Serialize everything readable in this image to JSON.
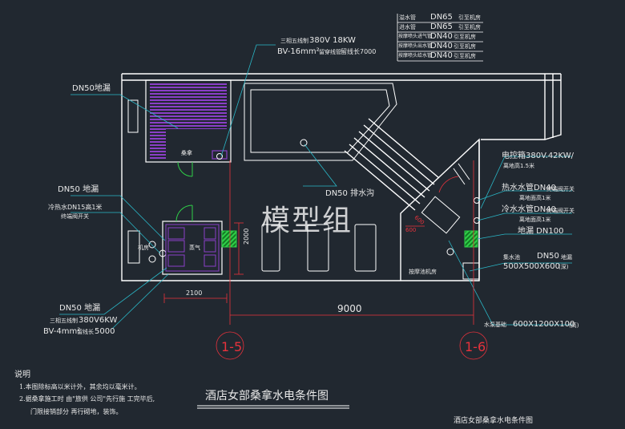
{
  "pipe_legend": [
    {
      "label": "溢水管",
      "spec": "DN65",
      "note": "引至机房"
    },
    {
      "label": "进水管",
      "spec": "DN65",
      "note": "引至机房"
    },
    {
      "label": "按摩喷头进气管",
      "spec": "DN40",
      "note": "引至机房"
    },
    {
      "label": "按摩喷头出水管",
      "spec": "DN40",
      "note": "引至机房"
    },
    {
      "label": "按摩喷头给水管",
      "spec": "DN40",
      "note": "引至机房"
    }
  ],
  "top_power": {
    "line1_label": "三相五线制",
    "line1_value": "380V 18KW",
    "line2_value": "BV-16mm²",
    "line2_note": "留穿线管",
    "line2_end": "留线长7000"
  },
  "labels": {
    "dn50_drain_top": "DN50地漏",
    "sauna_room": "桑拿",
    "dn50_floor_drain_left": "DN50 地漏",
    "cold_water_label": "冷热水DN15高1米",
    "cold_water_note": "终端阀开关",
    "steam_room": "蒸气",
    "machine_room": "机房",
    "dn50_drain_bottom": "DN50 地漏",
    "steam_power_label": "三相五线制",
    "steam_power_value": "380V6KW",
    "steam_power_line2": "BV-4mm²",
    "steam_power_note": "留线长",
    "steam_power_end": "5000",
    "pool_drain": "DN50 排水沟",
    "dim_2100": "2100",
    "dim_2000": "2000",
    "dim_9000": "9000",
    "dim_600": "600",
    "dim_600b": "600",
    "pump_room": "按摩池机房",
    "elec_box": "电控箱380V.42KW/",
    "elec_box_note": "离地高1.5米",
    "hot_water_1": "热水水管DN40",
    "hot_water_1_note": "终端阀开关",
    "hot_water_1_sub": "离地面高1米",
    "hot_water_2": "冷水水管DN40",
    "hot_water_2_note": "终端阀开关",
    "hot_water_2_sub": "离地面高1米",
    "drain_dn100": "地漏 DN100",
    "sump": "集水池",
    "sump_spec": "DN50",
    "sump_drain": "地漏",
    "sump_size": "500X500X600",
    "sump_unit": "(深)",
    "base": "水泵基础",
    "base_size": "600X1200X100",
    "base_unit": "(高)"
  },
  "axes": {
    "left": "1-5",
    "right": "1-6"
  },
  "watermark": "模型组",
  "notes": {
    "heading": "说明",
    "line1": "1.本图除标高以米计外，其余均以毫米计。",
    "line2": "2.据桑拿施工时  由\"旅供 公司\"先行施   工完毕后,",
    "line3": "门限接销部分   再行砌地，装饰。"
  },
  "title": "酒店女部桑拿水电条件图",
  "title_small": "酒店女部桑拿水电条件图",
  "colors": {
    "background": "#212830",
    "line": "#ffffff",
    "leader": "#2ab7c7",
    "purple": "#8a3fc7",
    "green": "#1e9e2f",
    "red": "#e8323c",
    "dim": "#e8323c"
  }
}
